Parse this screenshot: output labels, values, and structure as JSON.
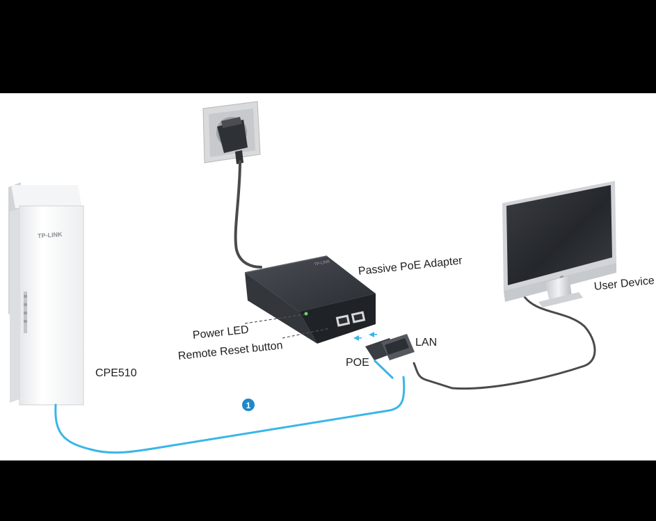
{
  "labels": {
    "cpe": "CPE510",
    "brand": "TP-LINK",
    "adapter": "Passive PoE Adapter",
    "user_device": "User Device",
    "power_led": "Power LED",
    "reset_button": "Remote Reset button",
    "poe_port": "POE",
    "lan_port": "LAN",
    "step": "1"
  },
  "colors": {
    "background": "#ffffff",
    "frame": "#000000",
    "poe_cable": "#38b6e8",
    "lan_cable": "#4a4a4a",
    "adapter_body": "#2b2e33"
  }
}
